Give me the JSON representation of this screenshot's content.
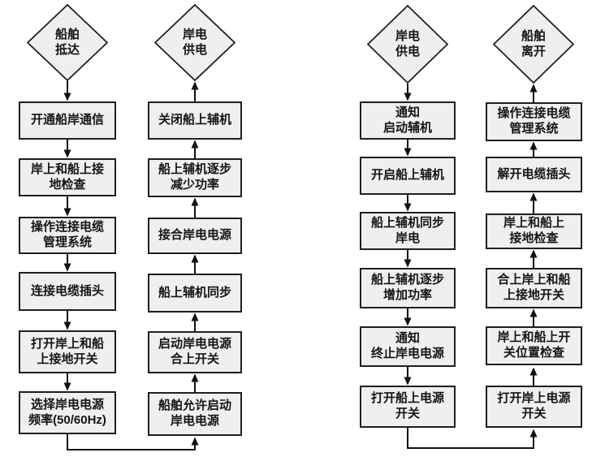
{
  "colors": {
    "node_fill": "#efefef",
    "node_border": "#1f1f1f",
    "connector": "#111111",
    "canvas_background": "#ffffff"
  },
  "charts": [
    {
      "name": "shore-power-connection-procedure",
      "start_terminal": "船舶\n抵达",
      "down_steps": [
        "开通船岸通信",
        "岸上和船上接\n地检查",
        "操作连接电缆\n管理系统",
        "连接电缆插头",
        "打开岸上和船\n上接地开关",
        "选择岸电电源\n频率(50/60Hz)"
      ],
      "up_steps_top_to_bottom": [
        "关闭船上辅机",
        "船上辅机逐步\n减少功率",
        "接合岸电电源",
        "船上辅机同步",
        "启动岸电电源\n合上开关",
        "船舶允许启动\n岸电电源"
      ],
      "end_terminal": "岸电\n供电"
    },
    {
      "name": "shore-power-disconnection-procedure",
      "start_terminal": "岸电\n供电",
      "down_steps": [
        "通知\n启动辅机",
        "开启船上辅机",
        "船上辅机同步\n岸电",
        "船上辅机逐步\n增加功率",
        "通知\n终止岸电电源",
        "打开船上电源\n开关"
      ],
      "up_steps_top_to_bottom": [
        "操作连接电缆\n管理系统",
        "解开电缆插头",
        "岸上和船上\n接地检查",
        "合上岸上和船\n上接地开关",
        "岸上和船上开\n关位置检查",
        "打开岸上电源\n开关"
      ],
      "end_terminal": "船舶\n离开"
    }
  ]
}
